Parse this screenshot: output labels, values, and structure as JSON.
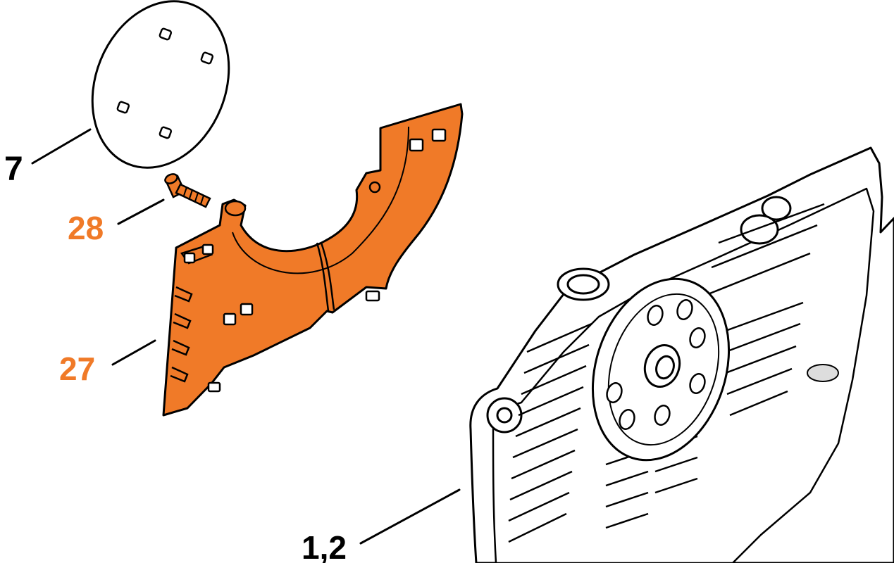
{
  "callouts": [
    {
      "id": "c7",
      "label": "7",
      "color": "#000000"
    },
    {
      "id": "c28",
      "label": "28",
      "color": "#F07A28"
    },
    {
      "id": "c27",
      "label": "27",
      "color": "#F07A28"
    },
    {
      "id": "c12",
      "label": "1,2",
      "color": "#000000"
    }
  ],
  "colors": {
    "highlight_fill": "#F07A28",
    "line": "#000000",
    "background": "#FFFFFF"
  }
}
